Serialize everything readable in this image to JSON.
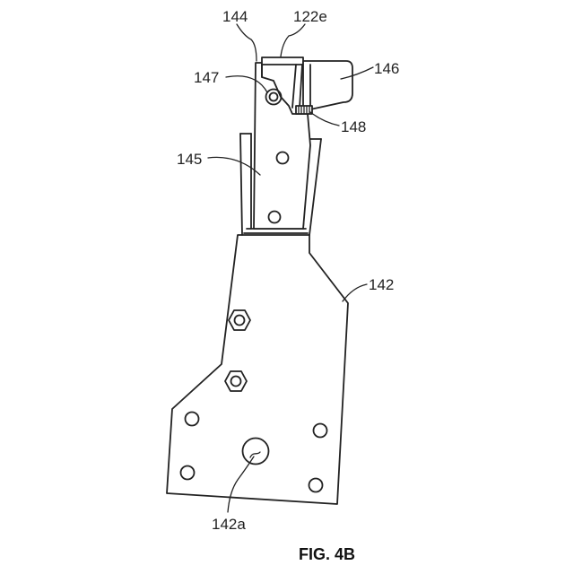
{
  "figure_title": "FIG. 4B",
  "labels": {
    "l144": "144",
    "l122e": "122e",
    "l146": "146",
    "l147": "147",
    "l148": "148",
    "l145": "145",
    "l142": "142",
    "l142a": "142a"
  },
  "style": {
    "line_color": "#222222",
    "background": "#ffffff"
  }
}
